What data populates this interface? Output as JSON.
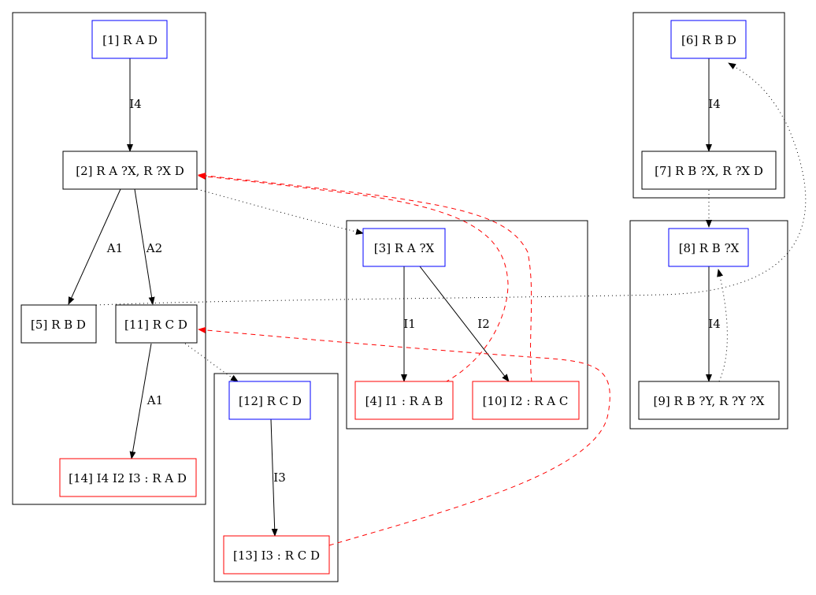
{
  "colors": {
    "goal_border": "#0000ff",
    "fact_border": "#ff0000",
    "plain_border": "#000000",
    "edge": "#000000",
    "backlink": "#ff0000"
  },
  "nodes": {
    "n1": "[1] R A D",
    "n2": "[2] R A ?X, R ?X D",
    "n3": "[3] R A ?X",
    "n4": "[4] I1 : R A B",
    "n5": "[5] R B D",
    "n6": "[6] R B D",
    "n7": "[7] R B ?X, R ?X D",
    "n8": "[8] R B ?X",
    "n9": "[9] R B ?Y, R ?Y ?X",
    "n10": "[10] I2 : R A C",
    "n11": "[11] R C D",
    "n12": "[12] R C D",
    "n13": "[13] I3 : R C D",
    "n14": "[14] I4 I2 I3 : R A D"
  },
  "edge_labels": {
    "e1_2": "I4",
    "e2_5": "A1",
    "e2_11": "A2",
    "e3_4": "I1",
    "e3_10": "I2",
    "e6_7": "I4",
    "e8_9": "I4",
    "e11_14": "A1",
    "e12_13": "I3"
  }
}
